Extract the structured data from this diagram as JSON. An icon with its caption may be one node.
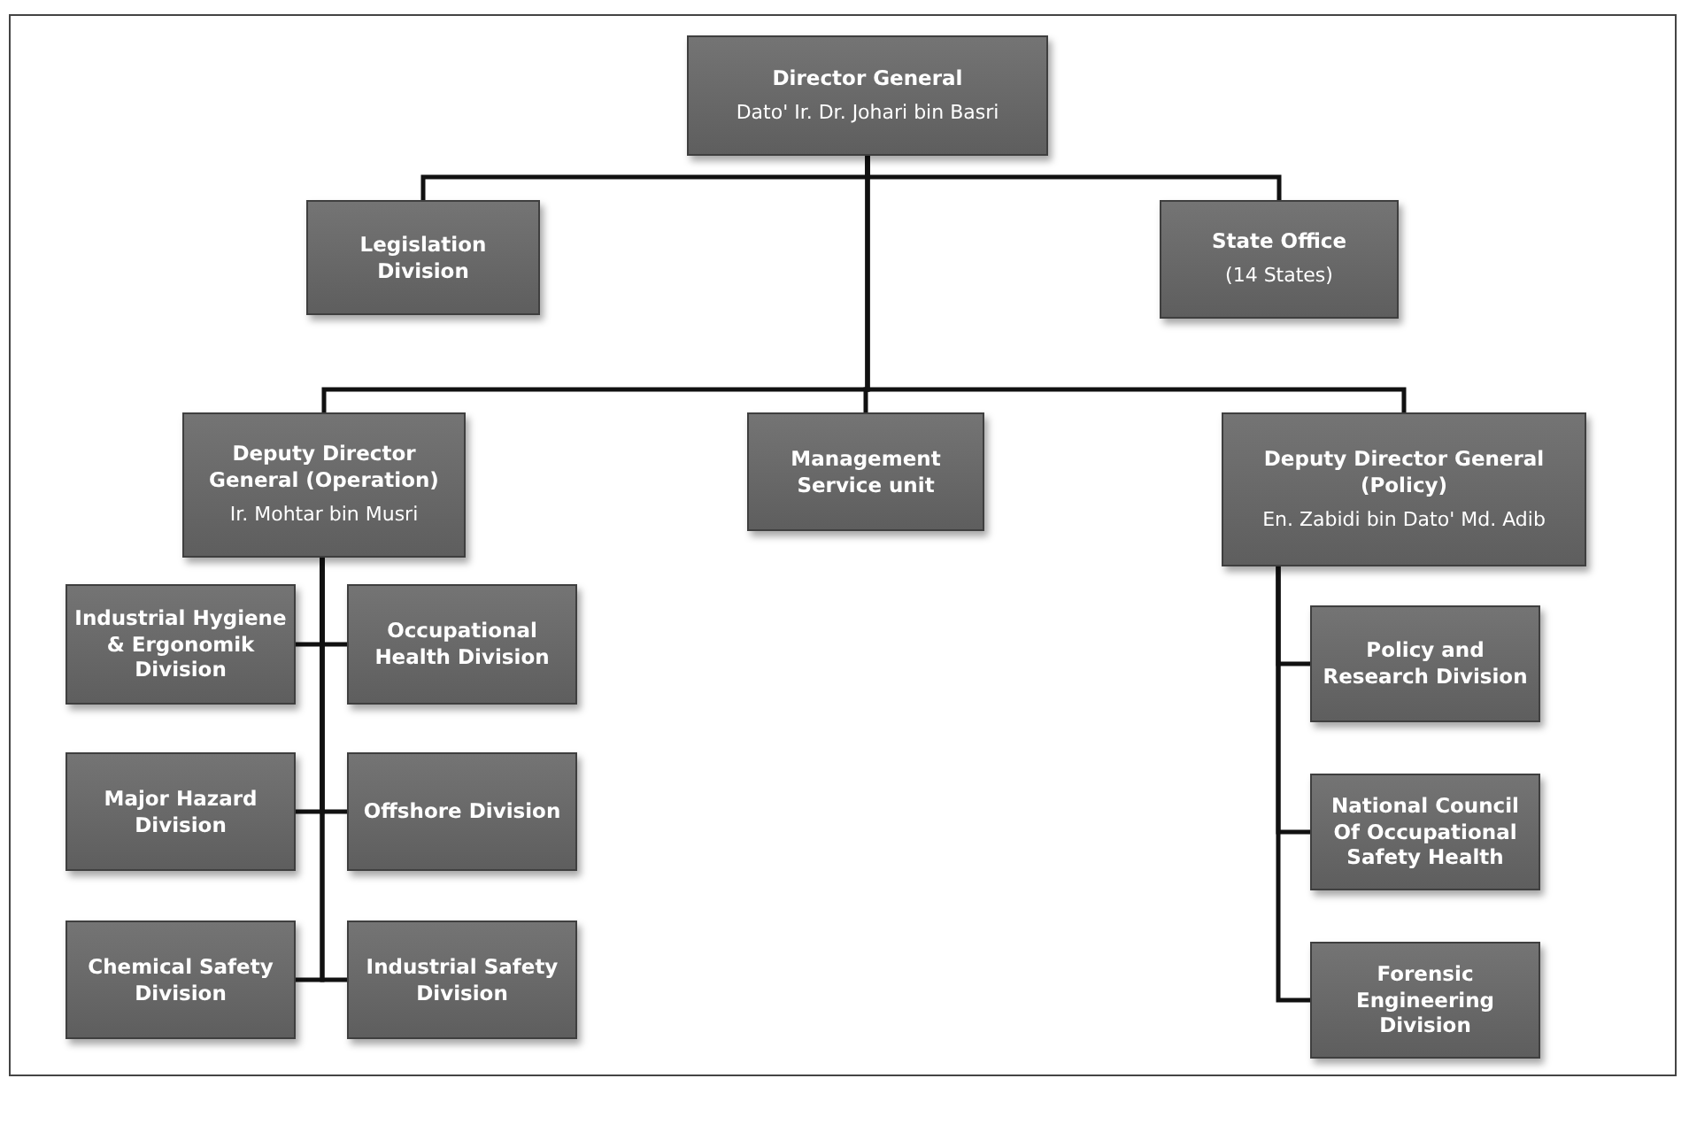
{
  "diagram": {
    "nodes": [
      {
        "text": [
          "Director General",
          "Dato' Ir. Dr. Johari bin Basri"
        ]
      },
      {
        "text": [
          "Legislation Division"
        ]
      },
      {
        "text": [
          "State Office",
          "(14 States)"
        ]
      },
      {
        "text": [
          "Deputy Director General (Operation)",
          "Ir. Mohtar bin Musri"
        ]
      },
      {
        "text": [
          "Management Service unit"
        ]
      },
      {
        "text": [
          "Deputy Director General (Policy)",
          "En. Zabidi bin Dato' Md. Adib"
        ]
      },
      {
        "text": [
          "Industrial Hygiene & Ergonomik Division"
        ]
      },
      {
        "text": [
          "Occupational Health Division"
        ]
      },
      {
        "text": [
          "Major Hazard Division"
        ]
      },
      {
        "text": [
          "Offshore Division"
        ]
      },
      {
        "text": [
          "Chemical Safety Division"
        ]
      },
      {
        "text": [
          "Industrial Safety Division"
        ]
      },
      {
        "text": [
          "Policy and Research Division"
        ]
      },
      {
        "text": [
          "National Council Of Occupational Safety Health"
        ]
      },
      {
        "text": [
          "Forensic Engineering Division"
        ]
      }
    ],
    "edges": [
      {
        "from": 0,
        "to": 1,
        "arrow": "none"
      },
      {
        "from": 0,
        "to": 2,
        "arrow": "none"
      },
      {
        "from": 0,
        "to": 3,
        "arrow": "none"
      },
      {
        "from": 0,
        "to": 4,
        "arrow": "none"
      },
      {
        "from": 0,
        "to": 5,
        "arrow": "none"
      },
      {
        "from": 3,
        "to": 6,
        "arrow": "none"
      },
      {
        "from": 3,
        "to": 7,
        "arrow": "none"
      },
      {
        "from": 3,
        "to": 8,
        "arrow": "none"
      },
      {
        "from": 3,
        "to": 9,
        "arrow": "none"
      },
      {
        "from": 3,
        "to": 10,
        "arrow": "none"
      },
      {
        "from": 3,
        "to": 11,
        "arrow": "none"
      },
      {
        "from": 5,
        "to": 12,
        "arrow": "none"
      },
      {
        "from": 5,
        "to": 13,
        "arrow": "none"
      },
      {
        "from": 5,
        "to": 14,
        "arrow": "none"
      }
    ]
  }
}
